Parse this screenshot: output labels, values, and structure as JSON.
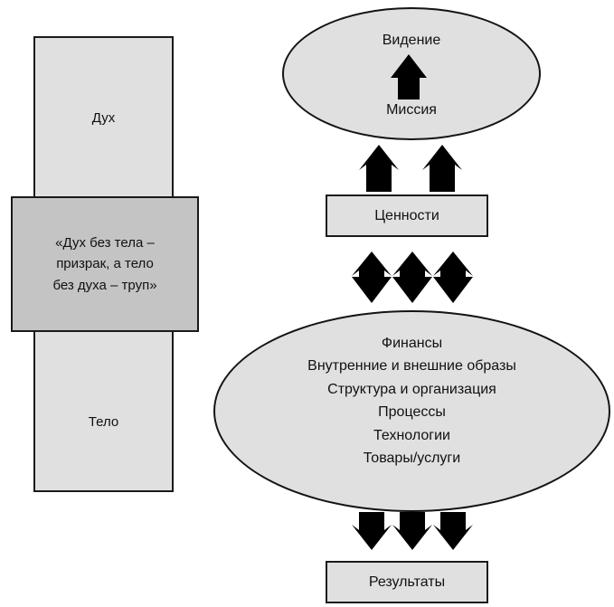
{
  "diagram": {
    "title_present": false,
    "background_color": "#ffffff",
    "colors": {
      "light_fill": "#e0e0e0",
      "mid_gray_fill": "#c4c4c4",
      "stroke": "#1a1a1a",
      "arrow_fill": "#000000",
      "text": "#111111"
    },
    "left_column": {
      "tall_box": {
        "top_label": "Дух",
        "bottom_label": "Тело",
        "fill": "#e0e0e0"
      },
      "quote_box": {
        "text": "«Дух без тела –\nпризрак, а тело\nбез духа – труп»",
        "lines": [
          "«Дух без тела –",
          "призрак, а тело",
          "без духа – труп»"
        ],
        "fill": "#c4c4c4"
      }
    },
    "right_column": {
      "top_ellipse": {
        "name": "vision-mission-ellipse",
        "top_text": "Видение",
        "bottom_text": "Миссия",
        "inner_arrow": "up-arrow-icon"
      },
      "values_box": {
        "label": "Ценности"
      },
      "bottom_ellipse": {
        "name": "capabilities-ellipse",
        "lines": [
          "Финансы",
          "Внутренние и внешние образы",
          "Структура и организация",
          "Процессы",
          "Технологии",
          "Товары/услуги"
        ]
      },
      "results_box": {
        "label": "Результаты"
      },
      "connectors": [
        {
          "name": "values-to-mission-arrows",
          "direction": "up",
          "count": 2,
          "icon": "up-arrow-icon"
        },
        {
          "name": "values-to-capabilities-arrows",
          "direction": "bidirectional",
          "count": 3,
          "icon": "double-arrow-icon"
        },
        {
          "name": "capabilities-to-results-arrows",
          "direction": "down",
          "count": 3,
          "icon": "down-arrow-icon"
        }
      ]
    }
  }
}
